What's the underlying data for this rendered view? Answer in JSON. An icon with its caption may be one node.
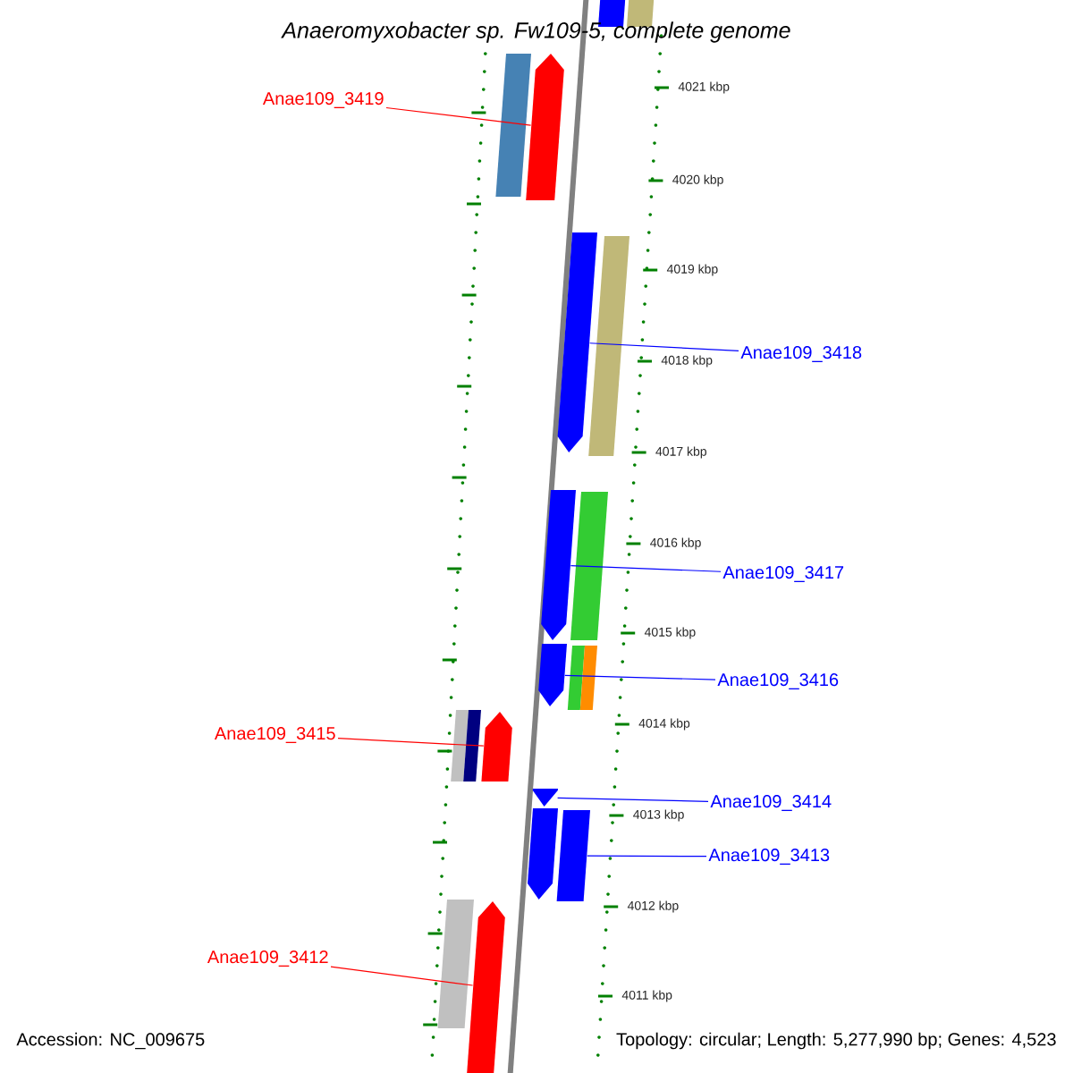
{
  "diagram": {
    "title": "Anaeromyxobacter sp. Fw109-5, complete genome",
    "nodes": [
      {
        "text": [],
        "shape": "bar"
      },
      {
        "text": [],
        "shape": "bar"
      },
      {
        "text": [
          "Anae109_3419"
        ]
      },
      {
        "text": [],
        "shape": "bar"
      },
      {
        "text": [],
        "shape": "bar"
      },
      {
        "text": [],
        "shape": "bar"
      },
      {
        "text": [],
        "shape": "bar"
      },
      {
        "text": [
          "Anae109_3418"
        ]
      },
      {
        "text": [],
        "shape": "bar"
      },
      {
        "text": [],
        "shape": "bar"
      },
      {
        "text": [
          "Anae109_3417"
        ]
      },
      {
        "text": [],
        "shape": "bar"
      },
      {
        "text": [],
        "shape": "bar"
      },
      {
        "text": [],
        "shape": "bar"
      },
      {
        "text": [
          "Anae109_3416"
        ]
      },
      {
        "text": [
          "Anae109_3415"
        ]
      },
      {
        "text": [],
        "shape": "bar"
      },
      {
        "text": [],
        "shape": "bar"
      },
      {
        "text": [],
        "shape": "bar"
      },
      {
        "text": [],
        "shape": "bar"
      },
      {
        "text": [
          "Anae109_3414"
        ]
      },
      {
        "text": [],
        "shape": "bar"
      },
      {
        "text": [],
        "shape": "bar"
      },
      {
        "text": [
          "Anae109_3413"
        ]
      },
      {
        "text": [
          "Anae109_3412"
        ]
      },
      {
        "text": [],
        "shape": "bar"
      },
      {
        "text": [],
        "shape": "bar"
      }
    ],
    "edges": [
      {
        "from": 2,
        "to": 4,
        "arrow": "none",
        "color": "#ff0000"
      },
      {
        "from": 7,
        "to": 5,
        "arrow": "none"
      },
      {
        "from": 10,
        "to": 8,
        "arrow": "none"
      },
      {
        "from": 14,
        "to": 11,
        "arrow": "none"
      },
      {
        "from": 15,
        "to": 18,
        "arrow": "none",
        "color": "#ff0000"
      },
      {
        "from": 20,
        "to": 19,
        "arrow": "none"
      },
      {
        "from": 23,
        "to": 22,
        "arrow": "none"
      },
      {
        "from": 24,
        "to": 26,
        "arrow": "none",
        "color": "#ff0000"
      }
    ],
    "labels": [
      "4021 kbp",
      "4020 kbp",
      "4019 kbp",
      "4018 kbp",
      "4017 kbp",
      "4016 kbp",
      "4015 kbp",
      "4014 kbp",
      "4013 kbp",
      "4012 kbp",
      "4011 kbp",
      "Accession: NC_009675",
      "Topology: circular; Length: 5,277,990 bp; Genes: 4,523"
    ]
  }
}
